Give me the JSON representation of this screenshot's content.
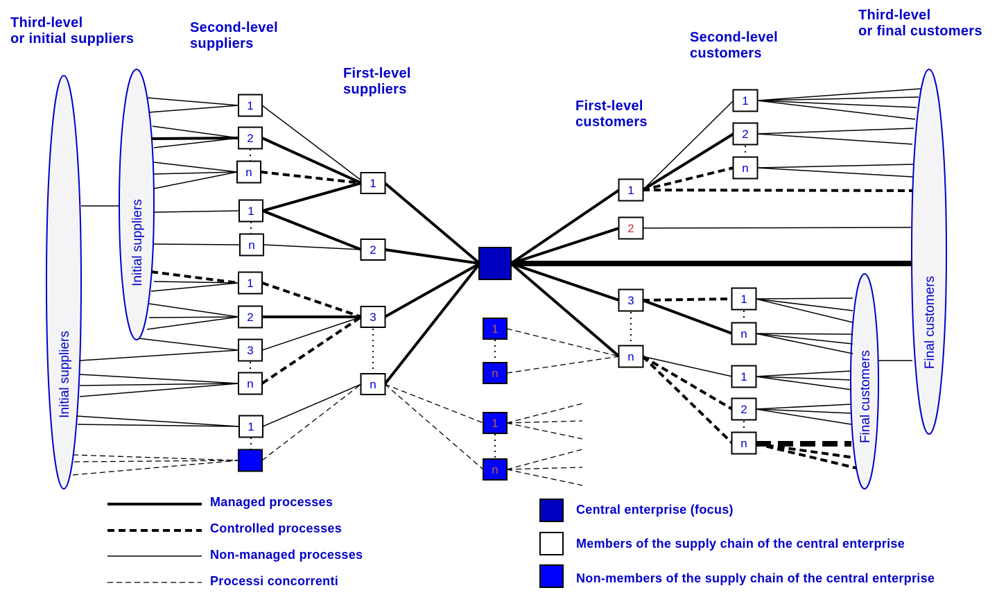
{
  "headings": {
    "third_level_suppliers": [
      "Third-level",
      "or initial suppliers"
    ],
    "second_level_suppliers": [
      "Second-level",
      "suppliers"
    ],
    "first_level_suppliers": [
      "First-level",
      "suppliers"
    ],
    "first_level_customers": [
      "First-level",
      "customers"
    ],
    "second_level_customers": [
      "Second-level",
      "customers"
    ],
    "third_level_customers": [
      "Third-level",
      "or final customers"
    ]
  },
  "ellipses": {
    "initial_suppliers_outer": "Initial suppliers",
    "initial_suppliers_inner": "Initial suppliers",
    "final_customers_outer": "Final customers",
    "final_customers_inner": "Final customers"
  },
  "nodes": {
    "second_level_suppliers": [
      "1",
      "2",
      "n",
      "1",
      "n",
      "1",
      "2",
      "3",
      "n",
      "1",
      ""
    ],
    "first_level_suppliers": [
      "1",
      "2",
      "3",
      "n"
    ],
    "non_members": [
      "1",
      "n",
      "1",
      "n"
    ],
    "first_level_customers": [
      "1",
      "2",
      "3",
      "n"
    ],
    "second_level_customers": [
      "1",
      "2",
      "n",
      "1",
      "n",
      "1",
      "2",
      "n"
    ]
  },
  "legend": {
    "managed": "Managed processes",
    "controlled": "Controlled processes",
    "non_managed": "Non-managed  processes",
    "concurrent": "Processi concorrenti",
    "central": "Central enterprise (focus)",
    "members": "Members of the supply chain of the central enterprise",
    "non_members": "Non-members of the supply chain of the central enterprise"
  },
  "colors": {
    "text": "#0000cc",
    "central": "#0000c0",
    "non_member": "#0000ff",
    "ellipse_fill": "#f4f4f6",
    "non_member_label": "#c06040"
  }
}
